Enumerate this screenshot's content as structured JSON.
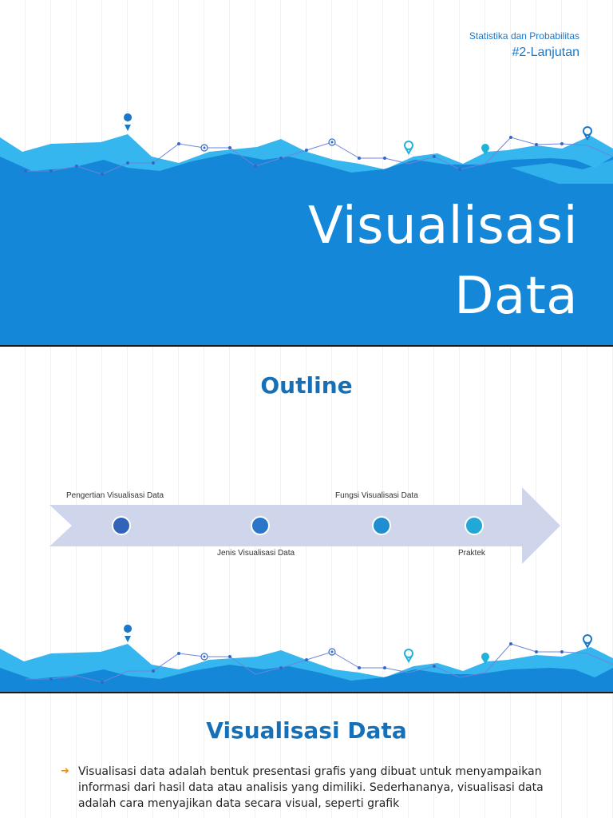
{
  "cover": {
    "course": "Statistika dan Probabilitas",
    "topic": "#2-Lanjutan",
    "title_line1": "Visualisasi",
    "title_line2": "Data"
  },
  "outline": {
    "title": "Outline",
    "items": [
      {
        "label": "Pengertian Visualisasi Data"
      },
      {
        "label": "Jenis Visualisasi Data"
      },
      {
        "label": "Fungsi Visualisasi Data"
      },
      {
        "label": "Praktek"
      }
    ],
    "dot_colors": [
      "#2f64b9",
      "#2a76c9",
      "#1f8ed1",
      "#20a9d6"
    ]
  },
  "section": {
    "title": "Visualisasi Data",
    "bullet_icon": "arrow-right-icon",
    "bullet_text": "Visualisasi data adalah bentuk presentasi grafis yang dibuat untuk menyampaikan informasi dari hasil data atau analisis yang dimiliki. Sederhananya, visualisasi data adalah cara menyajikan data secara visual, seperti grafik"
  },
  "colors": {
    "primary": "#1584d4",
    "light": "#36b8f0",
    "accent": "#f0901c",
    "title_blue": "#1670b8"
  }
}
